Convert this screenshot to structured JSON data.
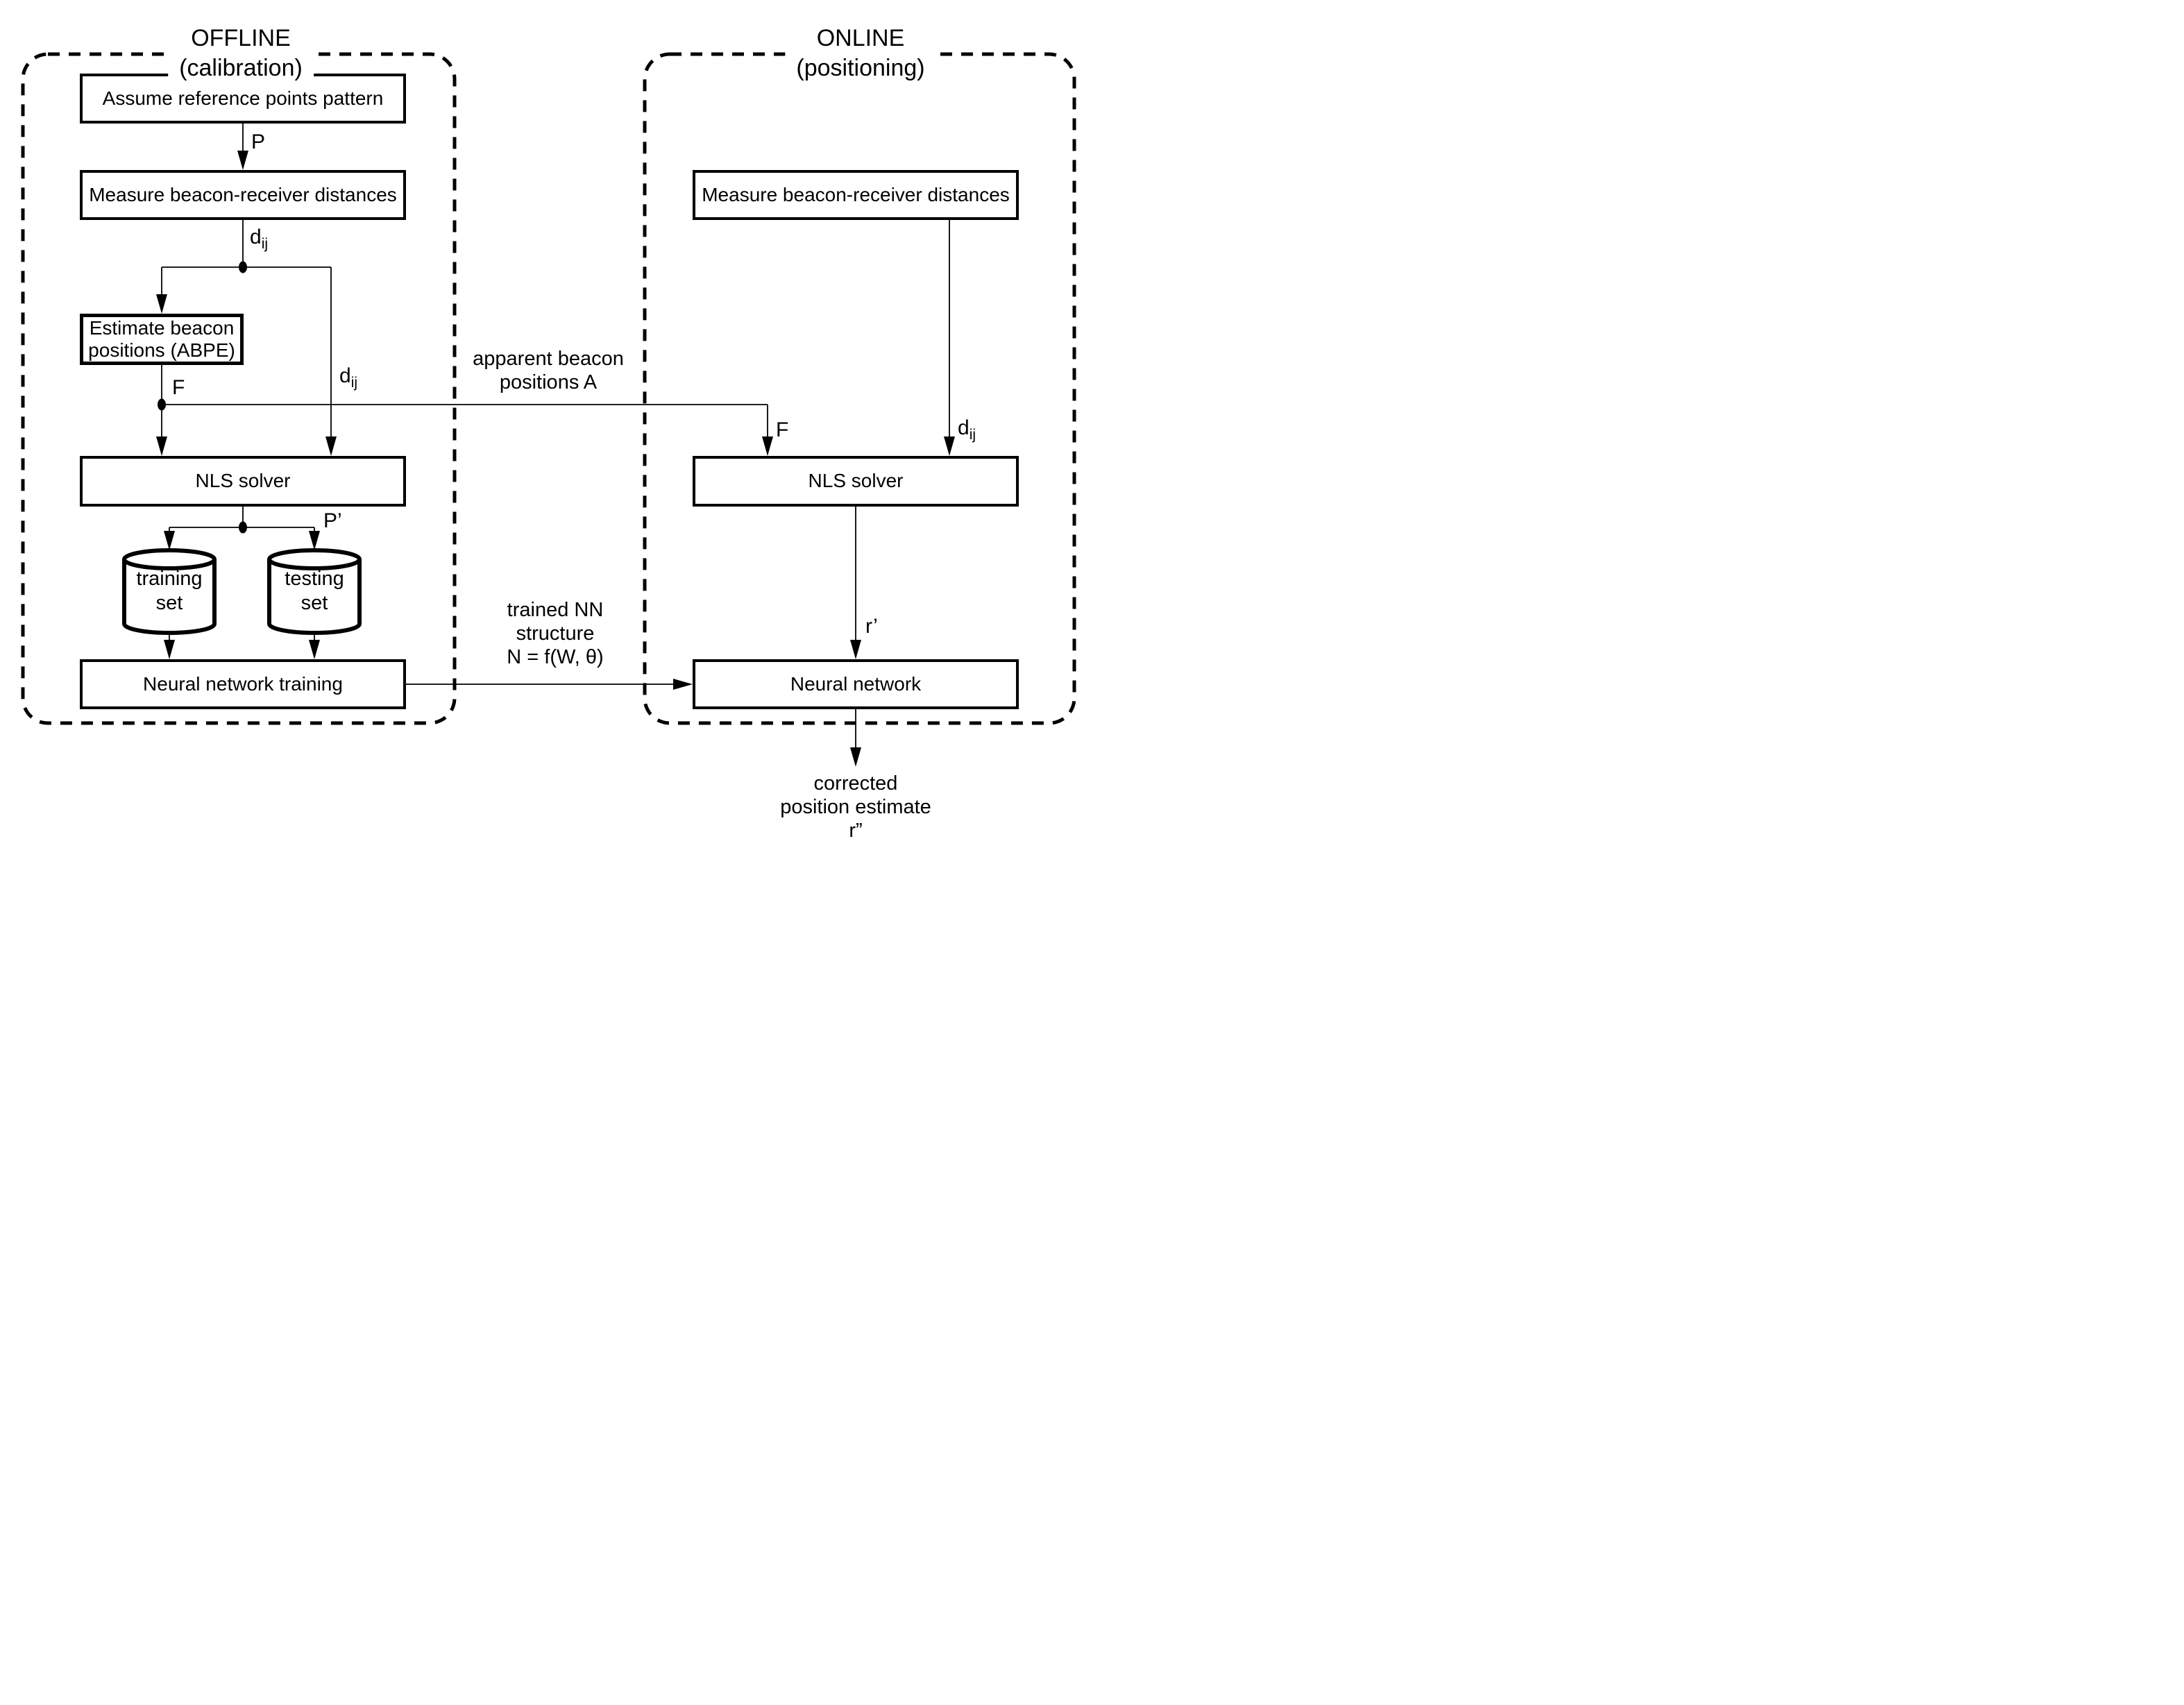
{
  "offline": {
    "title": "OFFLINE\n(calibration)",
    "box_assume": "Assume reference points pattern",
    "box_measure": "Measure beacon-receiver distances",
    "box_estimate": "Estimate beacon\npositions (ABPE)",
    "box_nls": "NLS solver",
    "box_nn_training": "Neural network training",
    "cyl_training": "training\nset",
    "cyl_testing": "testing\nset"
  },
  "online": {
    "title": "ONLINE\n(positioning)",
    "box_measure": "Measure beacon-receiver distances",
    "box_nls": "NLS solver",
    "box_nn": "Neural network"
  },
  "labels": {
    "p": "P",
    "d_base": "d",
    "d_sub": "ij",
    "f": "F",
    "p_prime": "P’",
    "r_prime": "r’",
    "apparent_beacon": "apparent beacon\npositions A",
    "trained_nn": "trained NN\nstructure\nN = f(W, θ)",
    "corrected": "corrected\nposition estimate\nr”"
  },
  "colors": {
    "ink": "#000000",
    "background": "#ffffff"
  }
}
